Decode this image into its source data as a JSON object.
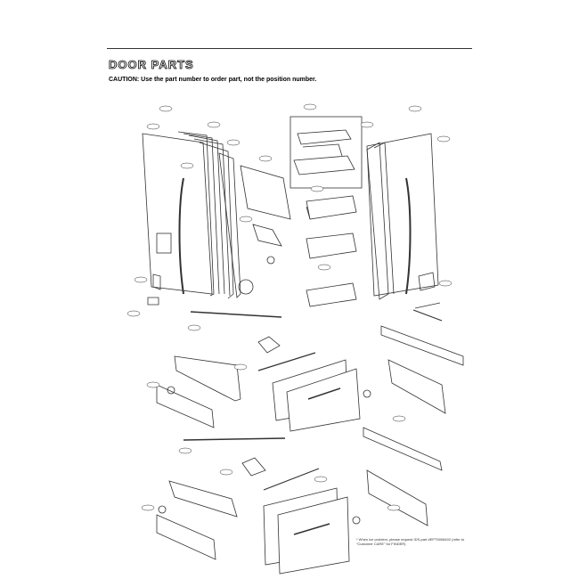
{
  "page": {
    "title": "DOOR PARTS",
    "caution": "CAUTION: Use the part number to order part, not the position number.",
    "note": "* When ice problem, please request IDS-part #EPT5008402 (refer to \"Customer CARE\" for FINDER)"
  },
  "colors": {
    "line": "#333333",
    "background": "#ffffff"
  }
}
